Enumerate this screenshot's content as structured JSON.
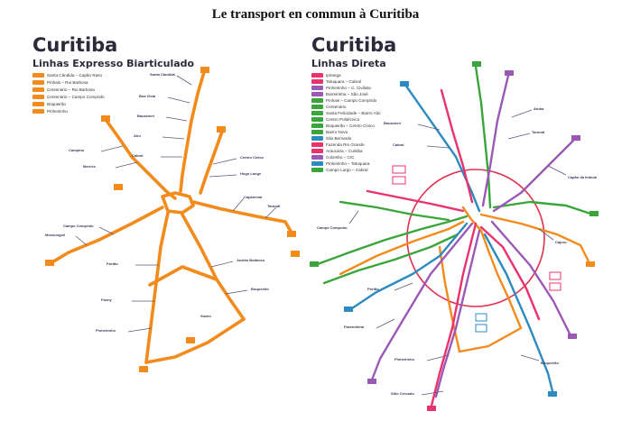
{
  "page": {
    "title": "Le transport en commun à Curitiba"
  },
  "left_map": {
    "title": "Curitiba",
    "subtitle": "Linhas Expresso Biarticulado",
    "line_color": "#f28a1c",
    "legend": [
      {
        "label": "Santa Cândida – Capão Raso",
        "color": "#f28a1c"
      },
      {
        "label": "Pinhais – Rui Barbosa",
        "color": "#f28a1c"
      },
      {
        "label": "Centenário – Rui Barbosa",
        "color": "#f28a1c"
      },
      {
        "label": "Centenário – Campo Comprido",
        "color": "#f28a1c"
      },
      {
        "label": "Boqueirão",
        "color": "#f28a1c"
      },
      {
        "label": "Pinheirinho",
        "color": "#f28a1c"
      }
    ]
  },
  "right_map": {
    "title": "Curitiba",
    "subtitle": "Linhas Direta",
    "legend": [
      {
        "label": "Ipiranga",
        "color": "#e8336d"
      },
      {
        "label": "Tatuquara – Cabral",
        "color": "#e8336d"
      },
      {
        "label": "Pinheirinho – C. Civilista",
        "color": "#9b59b6"
      },
      {
        "label": "Barreirinha – São José",
        "color": "#9b59b6"
      },
      {
        "label": "Pinhais – Campo Comprido",
        "color": "#3aa53a"
      },
      {
        "label": "Centenário",
        "color": "#3aa53a"
      },
      {
        "label": "Santa Felicidade – Bairro Alto",
        "color": "#3aa53a"
      },
      {
        "label": "Centro Politécnico",
        "color": "#3aa53a"
      },
      {
        "label": "Boqueirão – Centro Cívico",
        "color": "#3aa53a"
      },
      {
        "label": "Bairro Novo",
        "color": "#3aa53a"
      },
      {
        "label": "São Bernardo",
        "color": "#2e8bc0"
      },
      {
        "label": "Fazenda Rio Grande",
        "color": "#e8336d"
      },
      {
        "label": "Araucária – Curitiba",
        "color": "#e8336d"
      },
      {
        "label": "Colombo – CIC",
        "color": "#9b59b6"
      },
      {
        "label": "Pinheirinho – Tatuquara",
        "color": "#2e8bc0"
      },
      {
        "label": "Campo Largo – Cabral",
        "color": "#3aa53a"
      }
    ],
    "line_colors": {
      "orange": "#f28a1c",
      "green": "#3aa53a",
      "blue": "#2e8bc0",
      "magenta": "#e8336d",
      "purple": "#9b59b6",
      "circle": "#e03050"
    }
  }
}
